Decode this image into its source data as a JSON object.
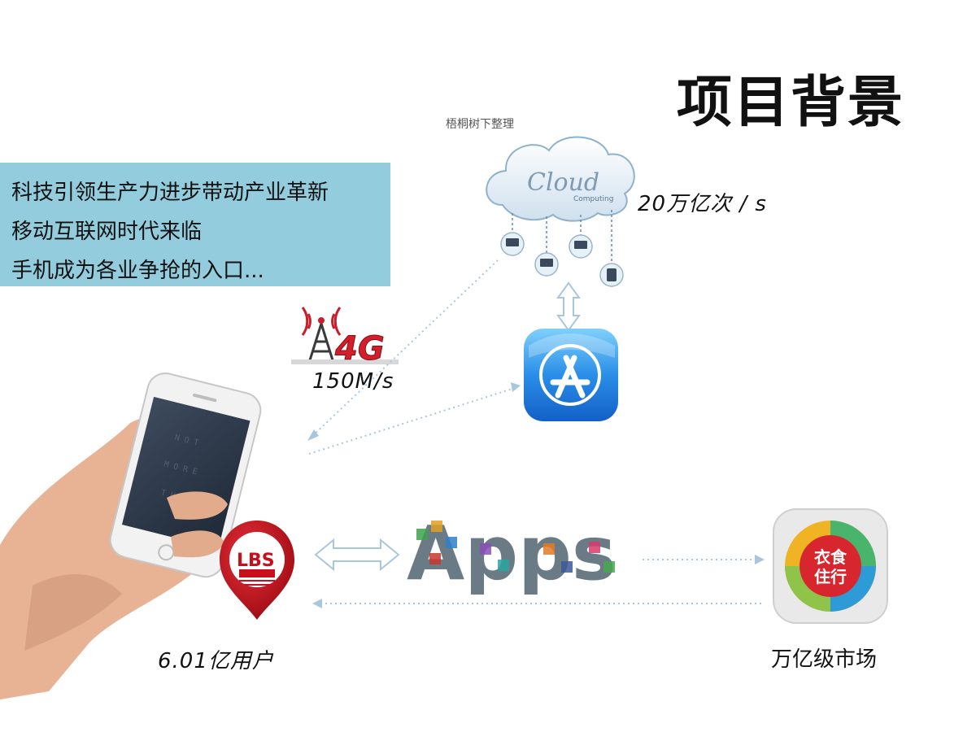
{
  "slide": {
    "title": "项目背景",
    "credit": "梧桐树下整理",
    "points": [
      "科技引领生产力进步带动产业革新",
      "移动互联网时代来临",
      "手机成为各业争抢的入口..."
    ],
    "cloud": {
      "word": "Cloud",
      "sub": "Computing",
      "rate": "20万亿次 / s"
    },
    "network": {
      "badge": "4G",
      "speed": "150M/s"
    },
    "lbs": {
      "badge": "LBS"
    },
    "apps": {
      "word": "Apps"
    },
    "users_label": "6.01亿用户",
    "market": {
      "label": "万亿级市场",
      "icon_text_top": "衣食",
      "icon_text_bottom": "住行"
    }
  },
  "colors": {
    "info_box": "#93cddd",
    "app_store_blue": "#1e7be0",
    "lbs_red": "#c8101c",
    "arrow": "#a9c7dc"
  },
  "icons": [
    "cloud-icon",
    "antenna-4g-icon",
    "app-store-icon",
    "smartphone-in-hand-image",
    "lbs-pin-icon",
    "apps-collage-icon",
    "food-clothing-housing-travel-app-icon"
  ]
}
